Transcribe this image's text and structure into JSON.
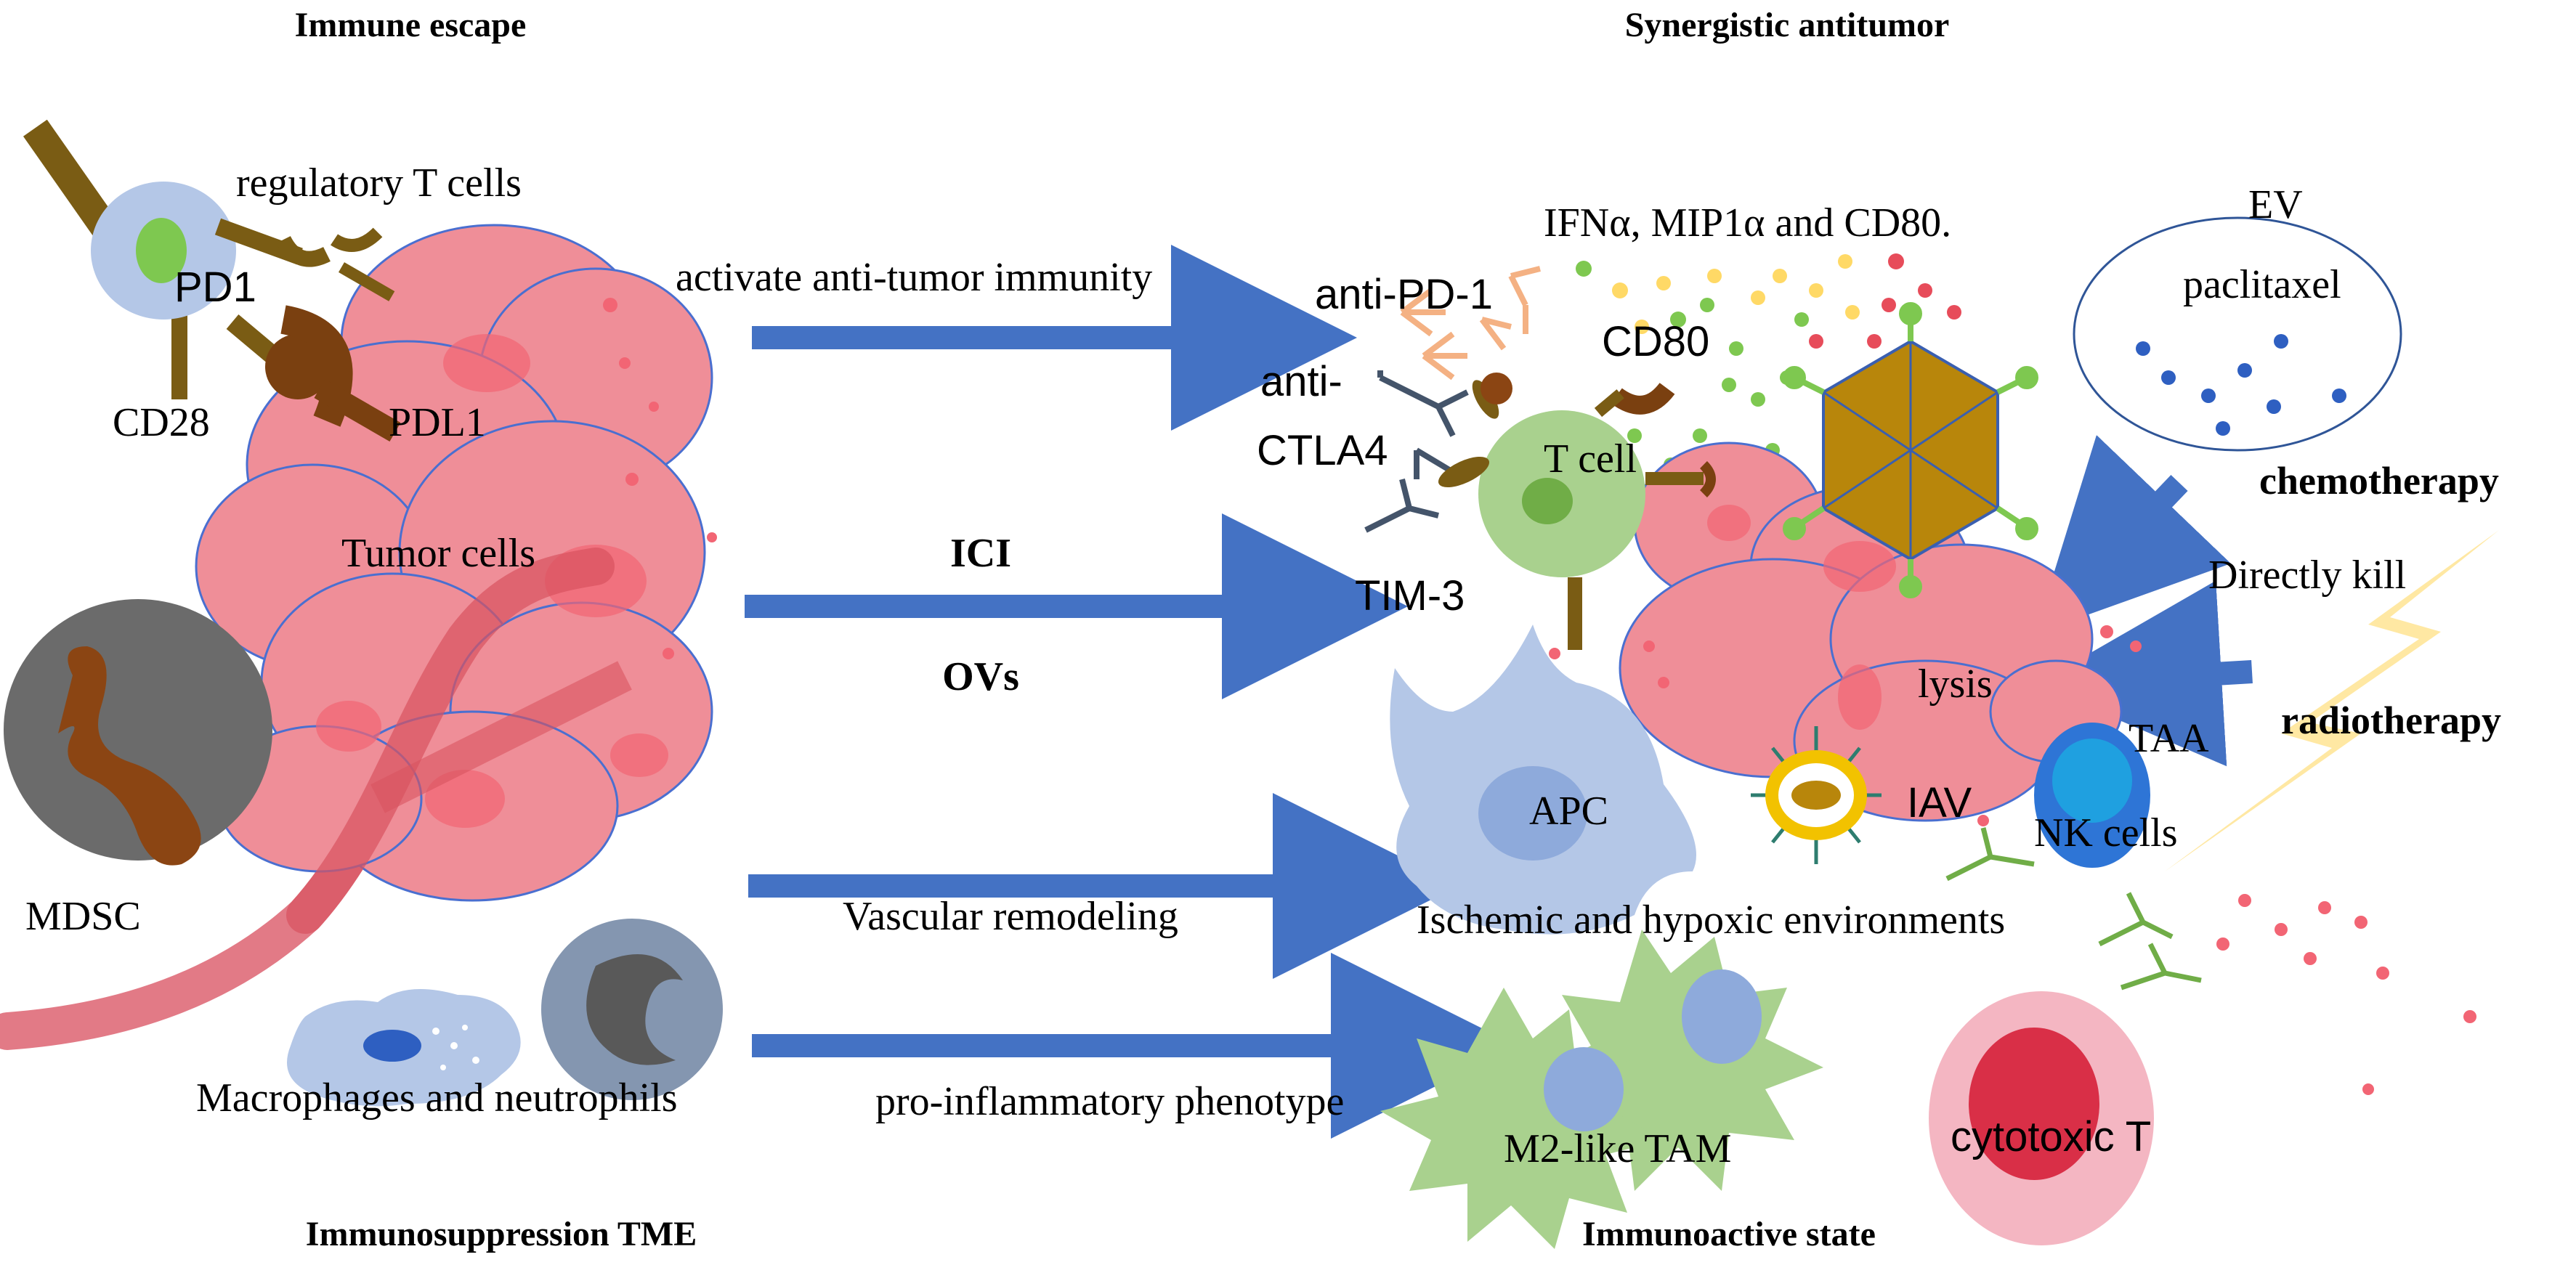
{
  "headings": {
    "immune_escape": "Immune escape",
    "synergistic": "Synergistic antitumor",
    "suppression_tme": "Immunosuppression TME",
    "immunoactive": "Immunoactive state"
  },
  "left": {
    "regulatory_t": "regulatory T cells",
    "pd1": "PD1",
    "cd28": "CD28",
    "pdl1": "PDL1",
    "tumor_cells": "Tumor cells",
    "mdsc": "MDSC",
    "macrophages": "Macrophages and neutrophils"
  },
  "arrows": {
    "activate": "activate anti-tumor immunity",
    "ici": "ICI",
    "ovs": "OVs",
    "vascular": "Vascular remodeling",
    "proinflam": "pro-inflammatory phenotype"
  },
  "right": {
    "cytokines": "IFNα, MIP1α and CD80.",
    "anti_pd1": "anti-PD-1",
    "cd80": "CD80",
    "anti_ctla4_a": "anti-",
    "anti_ctla4_b": "CTLA4",
    "t_cell": "T cell",
    "tim3": "TIM-3",
    "ev": "EV",
    "paclitaxel": "paclitaxel",
    "chemotherapy": "chemotherapy",
    "directly_kill": "Directly kill",
    "lysis": "lysis",
    "radiotherapy": "radiotherapy",
    "taa": "TAA",
    "apc": "APC",
    "iav": "IAV",
    "nk_cells": "NK cells",
    "ischemic": "Ischemic and hypoxic environments",
    "m2_tam": "M2-like TAM",
    "cytotoxic_t": "cytotoxic T"
  },
  "colors": {
    "tumor": "#ef8e98",
    "tumor_edge": "#4a6fd0",
    "arrow": "#4472c4",
    "tcell": "#a9d18e",
    "apc": "#b4c7e7",
    "brown": "#7b4a12",
    "virus": "#b8860b"
  }
}
